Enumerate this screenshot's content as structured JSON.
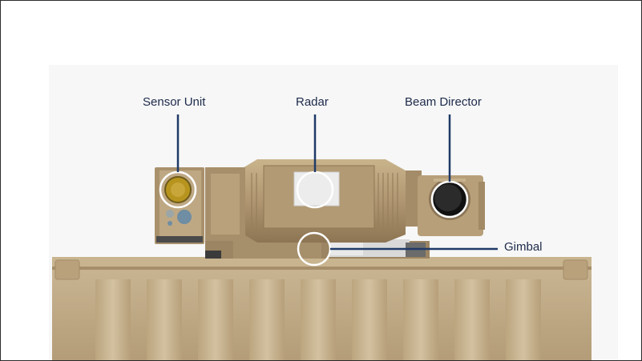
{
  "labels": {
    "sensor_unit": "Sensor Unit",
    "radar": "Radar",
    "beam_director": "Beam Director",
    "gimbal": "Gimbal"
  },
  "colors": {
    "leader_line": "#1f3a68",
    "body_tan": "#b69d74",
    "container_tan": "#c1ad87",
    "text": "#1c2a4a"
  }
}
